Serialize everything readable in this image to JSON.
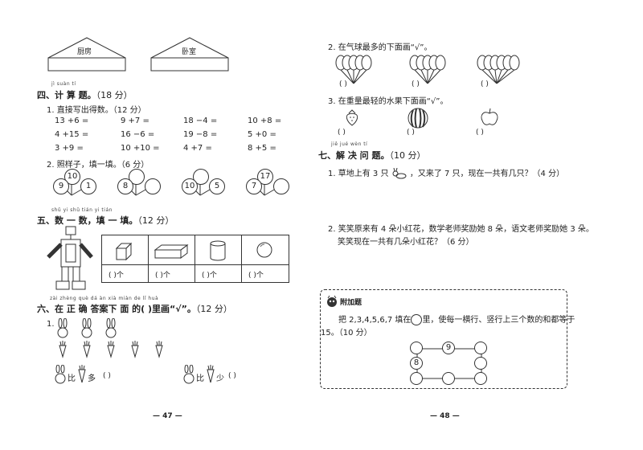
{
  "houses": [
    {
      "label": "厨房"
    },
    {
      "label": "卧室"
    }
  ],
  "sec4": {
    "pinyin": "jì  suàn  tí",
    "title": "四、计 算 题。",
    "points": "（18 分）",
    "q1": "1. 直接写出得数。（12 分）",
    "rows": [
      [
        "13 +6 =",
        "9 +7 =",
        "18 −4 =",
        "10 +8 ="
      ],
      [
        "4 +15 =",
        "16 −6 =",
        "19 −8 =",
        "5 +0 ="
      ],
      [
        "3 +9 =",
        "10 +10 =",
        "4 +7 =",
        "8 +5 ="
      ]
    ],
    "q2": "2. 照样子，填一填。（6 分）",
    "trees": [
      {
        "top": "10",
        "left": "9",
        "right": "1"
      },
      {
        "top": "",
        "left": "8",
        "right": ""
      },
      {
        "top": "",
        "left": "10",
        "right": "5"
      },
      {
        "top": "17",
        "left": "7",
        "right": ""
      }
    ]
  },
  "sec5": {
    "pinyin": "shǔ  yi  shǔ     tián  yi  tián",
    "title": "五、数 一 数，填 一 填。",
    "points": "（12 分）",
    "cells": [
      {
        "shape": "cube",
        "blank": "(      )个"
      },
      {
        "shape": "cuboid",
        "blank": "(      )个"
      },
      {
        "shape": "cylinder",
        "blank": "(      )个"
      },
      {
        "shape": "sphere",
        "blank": "(      )个"
      }
    ]
  },
  "sec6": {
    "pinyin": "zài zhèng  què dá  àn xià miàn de                    lǐ   huà",
    "title": "六、在 正  确 答案下 面 的(      )里画“√”。",
    "points": "（12 分）",
    "q1": "1.",
    "comp_a_word": "比",
    "comp_a_word2": "多",
    "comp_a_blank": "(       )",
    "comp_b_word": "比",
    "comp_b_word2": "少",
    "comp_b_blank": "(       )"
  },
  "right": {
    "q2": "2. 在气球最多的下面画“√”。",
    "balloon_blanks": [
      "(        )",
      "(        )",
      "(        )"
    ],
    "q3": "3. 在重量最轻的水果下面画“√”。",
    "fruit_blanks": [
      "(       )",
      "(       )",
      "(       )"
    ]
  },
  "sec7": {
    "pinyin": "jiě  jué  wèn  tí",
    "title": "七、解 决 问 题。",
    "points": "（10 分）",
    "q1a": "1. 草地上有 3 只",
    "q1b": "，又来了 7 只，现在一共有几只？（4 分）",
    "q2_line1": "2. 笑笑原来有 4 朵小红花，数学老师奖励她 8 朵，语文老师奖励她 3 朵。",
    "q2_line2": "笑笑现在一共有几朵小红花？（6 分）"
  },
  "bonus": {
    "title": "附加题",
    "line1a": "把 2,3,4,5,6,7 填在",
    "line1b": "里，使每一横行、竖行上三个数的和都等于",
    "line2": "15。（10 分）",
    "grid": [
      "",
      "9",
      "",
      "8",
      "",
      "",
      "",
      ""
    ]
  },
  "footer": {
    "left": "— 47 —",
    "right": "— 48 —"
  }
}
